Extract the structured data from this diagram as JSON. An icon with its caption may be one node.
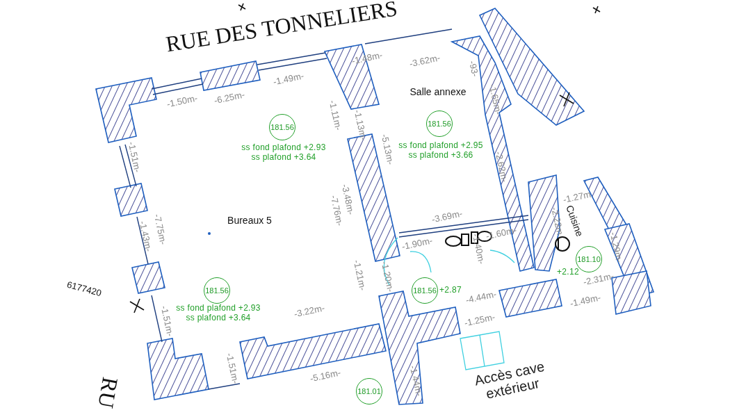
{
  "diagram": {
    "nodes": [
      {
        "text": [
          "181.56"
        ],
        "beside": [
          "ss fond plafond +2.93",
          "ss plafond +3.64"
        ]
      },
      {
        "text": [
          "181.56"
        ],
        "beside": [
          "ss fond plafond +2.95",
          "ss plafond +3.66"
        ]
      },
      {
        "text": [
          "181.10"
        ],
        "beside": [
          "+2.12"
        ]
      },
      {
        "text": [
          "181.56"
        ],
        "beside": [
          "ss fond plafond +2.93",
          "ss plafond +3.64"
        ]
      },
      {
        "text": [
          "181.56"
        ],
        "beside": [
          "+2.87"
        ]
      },
      {
        "text": [
          "181.01"
        ]
      }
    ],
    "labels": [
      "RUE DES TONNELIERS",
      "-1.48m-",
      "-3.62m-",
      "-93-",
      "-1.49m-",
      "Salle annexe",
      "-1.50m-",
      "-6.25m-",
      "-1.11m-",
      "-1.13m-",
      "-1.65m-",
      "-5.13m-",
      "-1.51m-",
      "-2.62m-",
      "-3.48m-",
      "-7.76m-",
      "-1.27m",
      "-2.22m",
      "Cuisine",
      "Bureaux 5",
      "-3.69m-",
      "-7.75m-",
      "-1.43m-",
      "-1.90m-",
      "-1.60m-",
      "-1.40m-",
      "-1.29m-",
      "6177420",
      "-1.21m-",
      "-1.20m-",
      "-2.31m-",
      "-4.44m-",
      "-1.49m-",
      "-1.51m-",
      "-3.22m-",
      "-1.25m-",
      "Accès cave extérieur",
      "RU",
      "-1.51m-",
      "-5.16m-",
      "-1.44m-"
    ]
  }
}
